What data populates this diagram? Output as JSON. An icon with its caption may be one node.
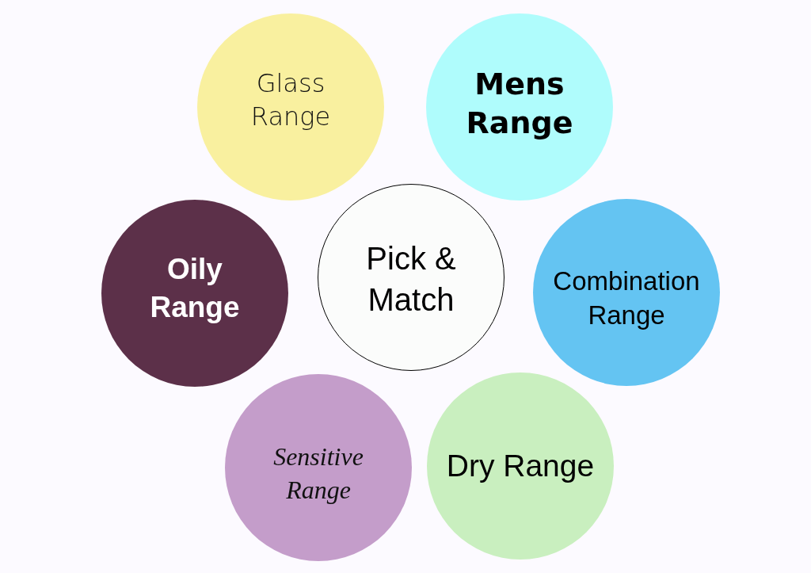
{
  "diagram": {
    "nodes": [
      {
        "text": [
          "Glass Range"
        ]
      },
      {
        "text": [
          "Mens Range"
        ]
      },
      {
        "text": [
          "Oily Range"
        ]
      },
      {
        "text": [
          "Pick & Match"
        ]
      },
      {
        "text": [
          "Combination Range"
        ]
      },
      {
        "text": [
          "Sensitive Range"
        ]
      },
      {
        "text": [
          "Dry Range"
        ]
      }
    ]
  }
}
